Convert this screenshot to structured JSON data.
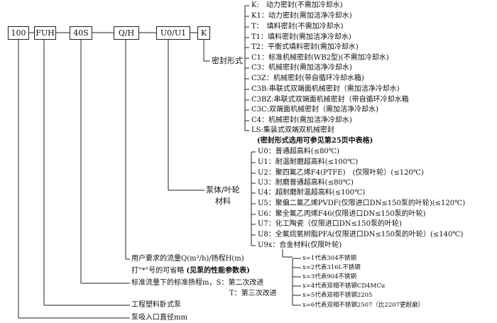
{
  "codes": [
    "100",
    "FUH",
    "40S",
    "Q/H",
    "U0/U1",
    "K"
  ],
  "seal": {
    "label": "密封形式",
    "items": [
      "K:　动力密封(不需加冷却水)",
      "K1：动力密封(需加洁净冷却水)",
      "T：　填料密封(不需加冷却水)",
      "T1：填料密封(需加洁净冷却水)",
      "T2：平衡式填料密封(需加冷却水)",
      "C1：标准机械密封(WB2型)(不需加冷却水)",
      "C3：机械密封(需加洁净冷却水)",
      "C3Z：机械密封(带自循环冷却水箱)",
      "C3B:串联式双端面机械密封（需加洁净冷却水)",
      "C3BZ:串联式双端面机械密封（带自循环冷却水箱",
      "C3C:双端面机械密封（需加洁净冷却水)",
      "C4：机械密封(需加洁净冷却水)",
      "LS:集装式双端双机械密封"
    ],
    "note": "(密封形式选用可参见第25页中表格)"
  },
  "material": {
    "label_line1": "泵体/叶轮",
    "label_line2": "材料",
    "items": [
      "U0：普通超高料(≤80℃)",
      "U1：耐温耐磨超高料(≤100℃)",
      "U2：聚四氟乙烯F4(PTFE)　(仅限叶轮）(≤120℃)",
      "U3：耐磨普通超高料(≤80℃)",
      "U4：超耐磨耐温超高料(≤100℃)",
      "U5：聚偏二氟乙烯PVDF(仅限进口DN≤150泵的叶轮)(≤120℃)",
      "U6：聚全氟乙丙烯F46(仅限进口DN≤150泵的叶轮)",
      "U7：化工陶瓷（仅限进口DN≤150泵的叶轮)",
      "U8：全氟烷氧树脂PFA(仅限进口DN≤150泵的叶轮）(≤140℃)",
      "U9x：合金材料(仅限叶轮)"
    ],
    "alloys": [
      "x=1代表304不锈钢",
      "x=2代表316L不锈钢",
      "x=3代表904不锈钢",
      "x=4代表双相不锈钢CD4MCu",
      "x=5代表双相不锈钢2205",
      "x=6代表双相不锈钢2507（比2207更耐磨）"
    ]
  },
  "flow": {
    "line1": "用户要求的流量Q(m³/h)/扬程H(m)",
    "line2_a": "打\"*\"号的可省略",
    "line2_b": "(见泵的性能参数表)"
  },
  "head": {
    "line1": "标准流量下的标准扬程m，S：第二次改进",
    "line2": "T：第三次改进"
  },
  "pump_type": "工程塑料卧式泵",
  "inlet": "泵吸入口直径mm"
}
